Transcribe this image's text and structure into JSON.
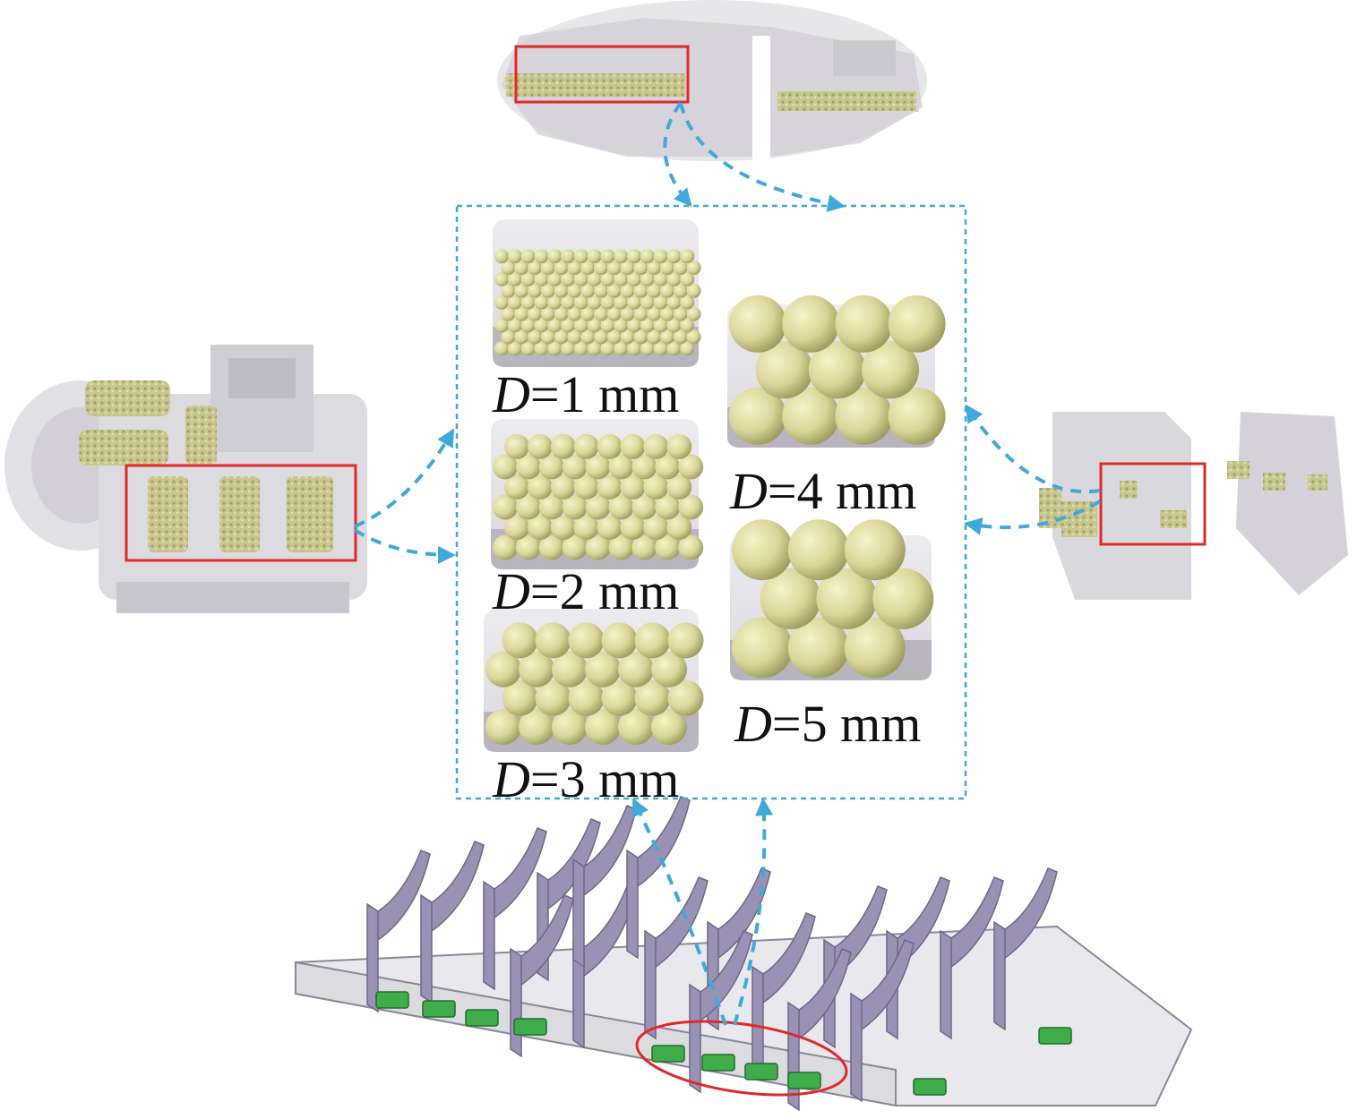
{
  "colors": {
    "dashed_arrow": "#3fa9dc",
    "highlight_box": "#e02a2a",
    "particle": "#d9d598",
    "particle_shadow": "#9d9a5e",
    "container": "#c9c7cc",
    "tray": "#b4b0bb",
    "fixture_purple": "#9a92b4",
    "battery_green": "#3fae4a"
  },
  "samples": [
    {
      "id": "d1",
      "var": "D",
      "value": "=1 mm"
    },
    {
      "id": "d2",
      "var": "D",
      "value": "=2 mm"
    },
    {
      "id": "d3",
      "var": "D",
      "value": "=3 mm"
    },
    {
      "id": "d4",
      "var": "D",
      "value": "=4 mm"
    },
    {
      "id": "d5",
      "var": "D",
      "value": "=5 mm"
    }
  ]
}
